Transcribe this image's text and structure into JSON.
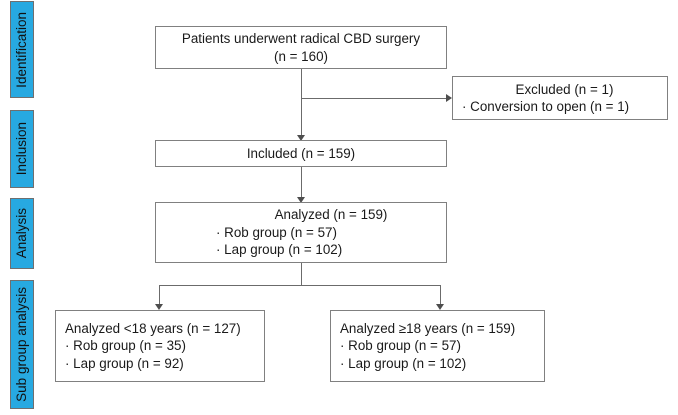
{
  "diagram": {
    "title": "CONSORT-style patient flow diagram",
    "accent_color": "#27A9E1",
    "box_border_color": "#808080",
    "connector_color": "#6b6b6b",
    "stages": [
      {
        "id": "identification",
        "label": "Identification"
      },
      {
        "id": "inclusion",
        "label": "Inclusion"
      },
      {
        "id": "analysis",
        "label": "Analysis"
      },
      {
        "id": "subgroup",
        "label": "Sub group analysis"
      }
    ],
    "boxes": {
      "enrolled": {
        "lines": [
          "Patients underwent radical CBD surgery",
          "(n = 160)"
        ]
      },
      "excluded": {
        "lines": [
          "Excluded (n = 1)",
          "· Conversion to open (n = 1)"
        ]
      },
      "included": {
        "lines": [
          "Included (n = 159)"
        ]
      },
      "analyzed": {
        "lines": [
          "Analyzed (n = 159)",
          "· Rob group (n = 57)",
          "· Lap group (n = 102)"
        ]
      },
      "analyzed_under18": {
        "lines": [
          "Analyzed <18 years (n = 127)",
          "· Rob group (n = 35)",
          "· Lap group (n = 92)"
        ]
      },
      "analyzed_over18": {
        "lines": [
          "Analyzed ≥18 years (n = 159)",
          "· Rob group (n = 57)",
          "· Lap group (n = 102)"
        ]
      }
    }
  }
}
